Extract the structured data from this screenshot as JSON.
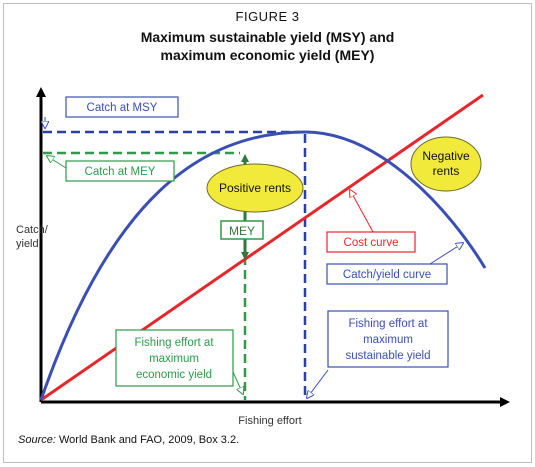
{
  "figure": {
    "label": "FIGURE 3",
    "title_line1": "Maximum sustainable yield (MSY) and",
    "title_line2": "maximum economic yield (MEY)"
  },
  "axes": {
    "y_label_line1": "Catch/",
    "y_label_line2": "yield",
    "x_label": "Fishing effort"
  },
  "annotations": {
    "catch_at_msy": "Catch at MSY",
    "catch_at_mey": "Catch at MEY",
    "positive_rents": "Positive rents",
    "negative_rents_line1": "Negative",
    "negative_rents_line2": "rents",
    "mey": "MEY",
    "cost_curve": "Cost curve",
    "catch_yield_curve": "Catch/yield curve",
    "effort_mey_line1": "Fishing effort at",
    "effort_mey_line2": "maximum",
    "effort_mey_line3": "economic yield",
    "effort_msy_line1": "Fishing effort at",
    "effort_msy_line2": "maximum",
    "effort_msy_line3": "sustainable yield"
  },
  "source": {
    "prefix": "Source:",
    "text": " World Bank and FAO, 2009, Box 3.2."
  },
  "colors": {
    "yield_curve": "#3a4fb5",
    "cost_curve": "#e8262a",
    "mey_green": "#2e9a4a",
    "msy_dash": "#2b3fa8",
    "rents_fill": "#f2ea3a"
  }
}
